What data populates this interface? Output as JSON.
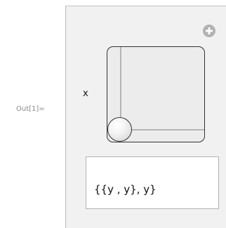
{
  "cell": {
    "out_label": "Out[1]="
  },
  "manipulate": {
    "control_label": "x",
    "add_button_icon": "plus-circle-icon",
    "slider2d_thumb": {
      "x": 0.0,
      "y": 0.0
    },
    "output_text": "{{y , y}, y}"
  },
  "colors": {
    "panel_bg": "#f1f1f1",
    "slider_bg": "#ececec",
    "icon": "#b2b2b2"
  }
}
